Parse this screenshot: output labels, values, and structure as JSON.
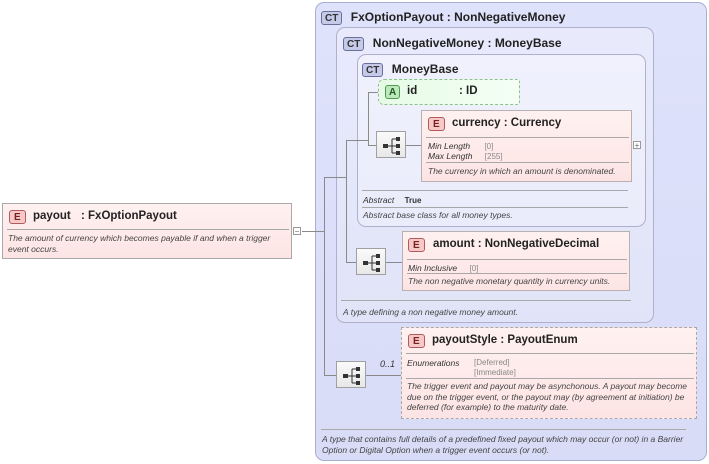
{
  "outer_type": {
    "badge": "CT",
    "title": "FxOptionPayout : NonNegativeMoney",
    "doc": "A type that contains full details of a predefined fixed payout which may occur (or not) in a Barrier Option or Digital Option when a trigger event occurs (or not)."
  },
  "nonneg_type": {
    "badge": "CT",
    "title": "NonNegativeMoney : MoneyBase",
    "doc": "A type defining a non negative money amount."
  },
  "moneybase_type": {
    "badge": "CT",
    "title": "MoneyBase",
    "abstract_label": "Abstract",
    "abstract_value": "True",
    "doc": "Abstract base class for all money types."
  },
  "attr_id": {
    "badge": "A",
    "name": "id",
    "type": ": ID"
  },
  "currency": {
    "badge": "E",
    "title": "currency : Currency",
    "min_length_label": "Min Length",
    "min_length_value": "[0]",
    "max_length_label": "Max Length",
    "max_length_value": "[255]",
    "doc": "The currency in which an amount is denominated.",
    "expand": "+"
  },
  "amount": {
    "badge": "E",
    "title": "amount : NonNegativeDecimal",
    "min_inclusive_label": "Min Inclusive",
    "min_inclusive_value": "[0]",
    "doc": "The non negative monetary quantity in currency units."
  },
  "payout_style": {
    "badge": "E",
    "title": "payoutStyle : PayoutEnum",
    "cardinality": "0..1",
    "enum_label": "Enumerations",
    "enum_values": [
      "[Deferred]",
      "[Immediate]"
    ],
    "doc": "The trigger event and payout may be asynchonous. A payout may become due on the trigger event, or the payout may (by agreement at initiation) be deferred (for example) to the maturity date."
  },
  "payout": {
    "badge": "E",
    "name": "payout",
    "type": ": FxOptionPayout",
    "doc": "The amount of currency which becomes payable if and when a trigger event occurs.",
    "collapse": "−"
  }
}
